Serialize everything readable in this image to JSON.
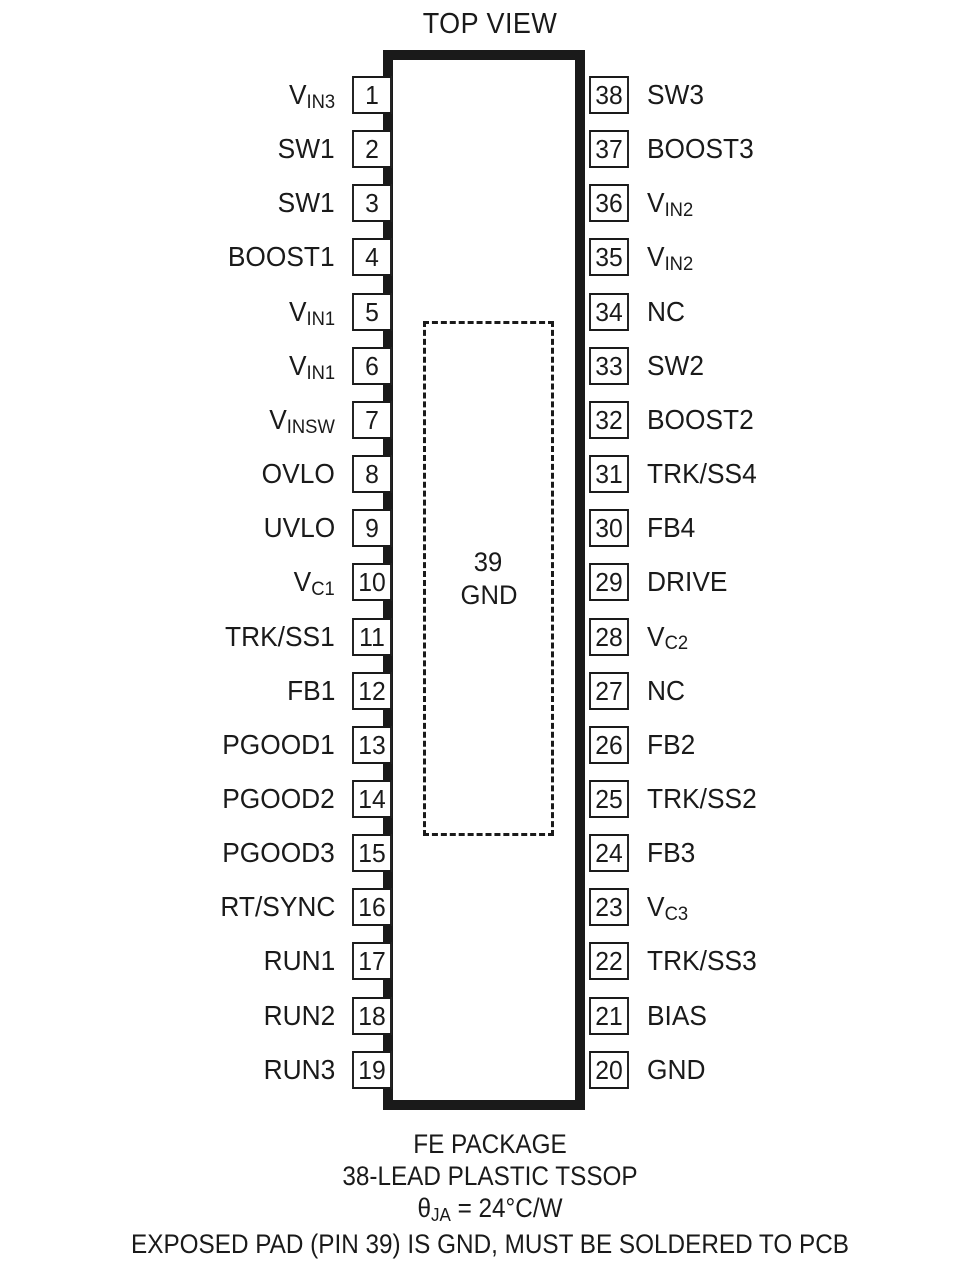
{
  "title": "TOP VIEW",
  "package": {
    "body_label_number": "39",
    "body_label_name": "GND"
  },
  "pins_left": [
    {
      "number": "1",
      "label": "V",
      "sub": "IN3"
    },
    {
      "number": "2",
      "label": "SW1",
      "sub": ""
    },
    {
      "number": "3",
      "label": "SW1",
      "sub": ""
    },
    {
      "number": "4",
      "label": "BOOST1",
      "sub": ""
    },
    {
      "number": "5",
      "label": "V",
      "sub": "IN1"
    },
    {
      "number": "6",
      "label": "V",
      "sub": "IN1"
    },
    {
      "number": "7",
      "label": "V",
      "sub": "INSW"
    },
    {
      "number": "8",
      "label": "OVLO",
      "sub": ""
    },
    {
      "number": "9",
      "label": "UVLO",
      "sub": ""
    },
    {
      "number": "10",
      "label": "V",
      "sub": "C1"
    },
    {
      "number": "11",
      "label": "TRK/SS1",
      "sub": ""
    },
    {
      "number": "12",
      "label": "FB1",
      "sub": ""
    },
    {
      "number": "13",
      "label": "PGOOD1",
      "sub": ""
    },
    {
      "number": "14",
      "label": "PGOOD2",
      "sub": ""
    },
    {
      "number": "15",
      "label": "PGOOD3",
      "sub": ""
    },
    {
      "number": "16",
      "label": "RT/SYNC",
      "sub": ""
    },
    {
      "number": "17",
      "label": "RUN1",
      "sub": ""
    },
    {
      "number": "18",
      "label": "RUN2",
      "sub": ""
    },
    {
      "number": "19",
      "label": "RUN3",
      "sub": ""
    }
  ],
  "pins_right": [
    {
      "number": "38",
      "label": "SW3",
      "sub": ""
    },
    {
      "number": "37",
      "label": "BOOST3",
      "sub": ""
    },
    {
      "number": "36",
      "label": "V",
      "sub": "IN2"
    },
    {
      "number": "35",
      "label": "V",
      "sub": "IN2"
    },
    {
      "number": "34",
      "label": "NC",
      "sub": ""
    },
    {
      "number": "33",
      "label": "SW2",
      "sub": ""
    },
    {
      "number": "32",
      "label": "BOOST2",
      "sub": ""
    },
    {
      "number": "31",
      "label": "TRK/SS4",
      "sub": ""
    },
    {
      "number": "30",
      "label": "FB4",
      "sub": ""
    },
    {
      "number": "29",
      "label": "DRIVE",
      "sub": ""
    },
    {
      "number": "28",
      "label": "V",
      "sub": "C2"
    },
    {
      "number": "27",
      "label": "NC",
      "sub": ""
    },
    {
      "number": "26",
      "label": "FB2",
      "sub": ""
    },
    {
      "number": "25",
      "label": "TRK/SS2",
      "sub": ""
    },
    {
      "number": "24",
      "label": "FB3",
      "sub": ""
    },
    {
      "number": "23",
      "label": "V",
      "sub": "C3"
    },
    {
      "number": "22",
      "label": "TRK/SS3",
      "sub": ""
    },
    {
      "number": "21",
      "label": "BIAS",
      "sub": ""
    },
    {
      "number": "20",
      "label": "GND",
      "sub": ""
    }
  ],
  "caption": {
    "line1": "FE PACKAGE",
    "line2": "38-LEAD PLASTIC TSSOP",
    "theta_symbol": "θ",
    "theta_sub": "JA",
    "theta_value": " = 24°C/W",
    "line4": "EXPOSED PAD (PIN 39) IS GND, MUST BE SOLDERED TO PCB"
  },
  "colors": {
    "ink": "#1a1a1a",
    "background": "#ffffff"
  }
}
